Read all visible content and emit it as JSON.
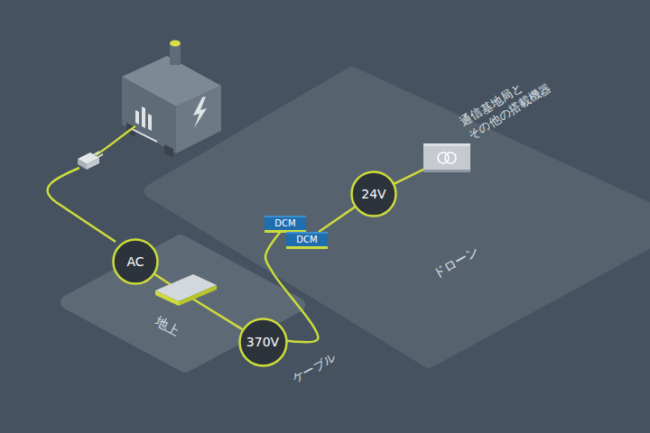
{
  "diagram": {
    "nodes": [
      {
        "text": [
          "地上"
        ]
      },
      {
        "text": [
          "AC"
        ],
        "in": 0
      },
      {
        "text": [
          "370V"
        ],
        "in": 0
      },
      {
        "text": [
          "ドローン"
        ]
      },
      {
        "text": [
          "DCM"
        ],
        "in": 3
      },
      {
        "text": [
          "DCM"
        ],
        "in": 3
      },
      {
        "text": [
          "24V"
        ],
        "in": 3
      },
      {
        "text": [
          "通信基地局と その他の搭載機器"
        ],
        "in": 3
      }
    ],
    "edges": [
      {
        "from": 1,
        "to": 2,
        "arrow": "none"
      },
      {
        "from": 2,
        "to": 4,
        "arrow": "none"
      },
      {
        "from": 5,
        "to": 6,
        "arrow": "none"
      },
      {
        "from": 6,
        "to": 7,
        "arrow": "none"
      }
    ],
    "labels": [
      "ケーブル"
    ]
  }
}
